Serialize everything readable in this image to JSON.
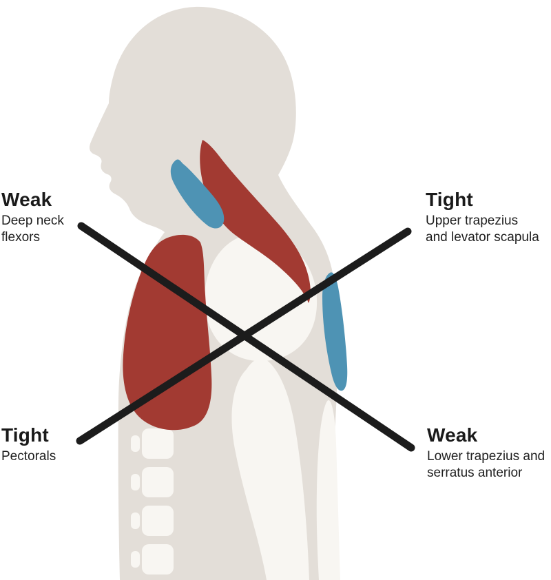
{
  "diagram": {
    "labels": {
      "top_left": {
        "heading": "Weak",
        "line1": "Deep neck",
        "line2": "flexors"
      },
      "top_right": {
        "heading": "Tight",
        "line1": "Upper trapezius",
        "line2": "and levator scapula"
      },
      "bottom_left": {
        "heading": "Tight",
        "line1": "Pectorals",
        "line2": ""
      },
      "bottom_right": {
        "heading": "Weak",
        "line1": "Lower trapezius and",
        "line2": "serratus anterior"
      }
    },
    "colors": {
      "background": "#ffffff",
      "silhouette": "#e3ded8",
      "bone": "#f8f6f2",
      "tight_muscle": "#a23a32",
      "weak_muscle": "#4e93b4",
      "cross_line": "#1c1c1c",
      "text": "#1a1a1a"
    }
  }
}
